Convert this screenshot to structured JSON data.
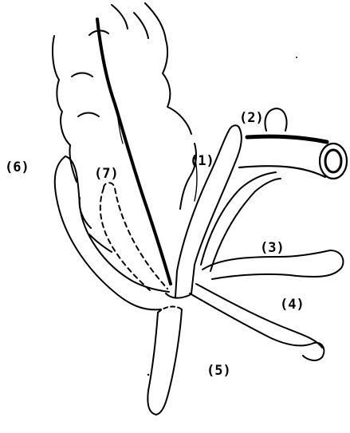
{
  "labels": {
    "l1": "(1)",
    "l2": "(2)",
    "l3": "(3)",
    "l4": "(4)",
    "l5": "(5)",
    "l6": "(6)",
    "l7": "(7)"
  },
  "colors": {
    "ink": "#000000",
    "paper": "#ffffff"
  }
}
